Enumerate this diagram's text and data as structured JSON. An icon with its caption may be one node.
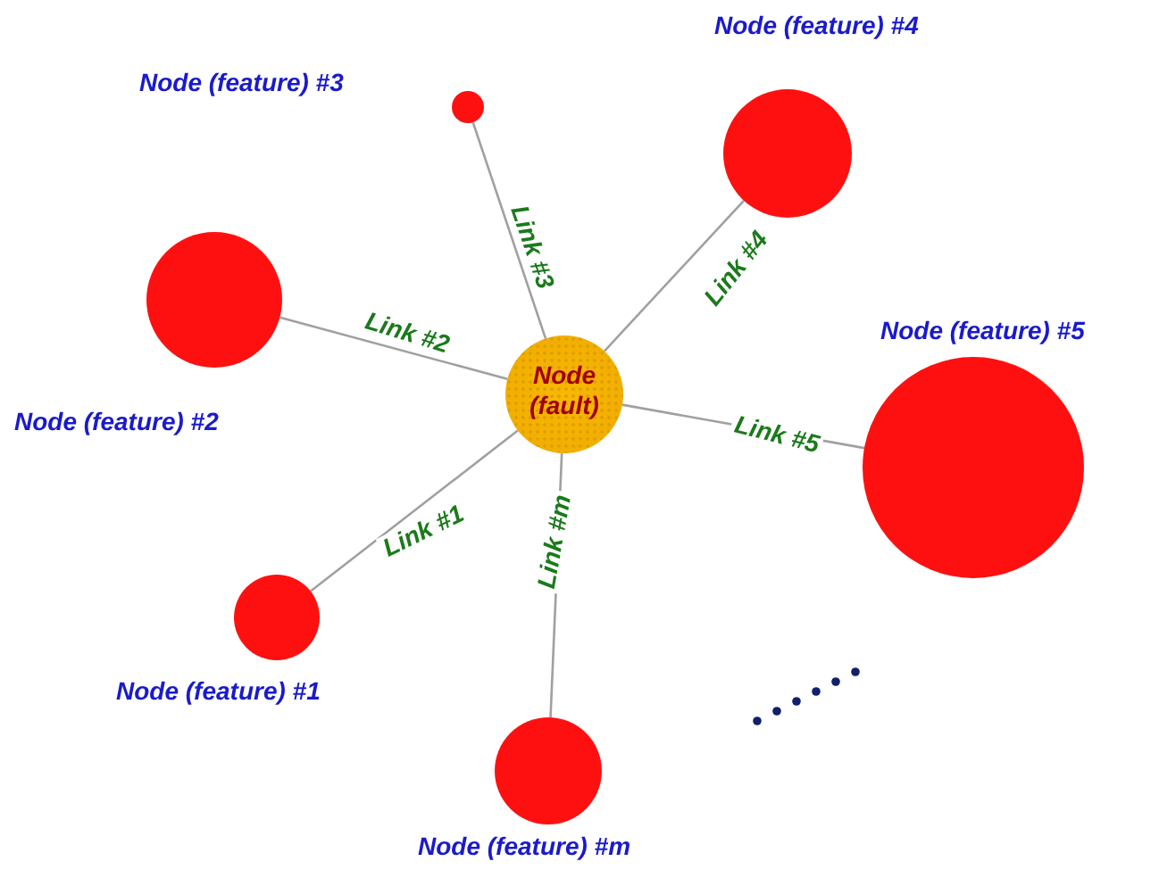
{
  "diagram": {
    "nodes": [
      {
        "text": [
          "Node (fault)"
        ]
      },
      {
        "text": [
          "Node (feature) #3"
        ]
      },
      {
        "text": [
          "Node (feature) #4"
        ]
      },
      {
        "text": [
          "Node (feature) #2"
        ]
      },
      {
        "text": [
          "Node (feature) #5"
        ]
      },
      {
        "text": [
          "Node (feature) #1"
        ]
      },
      {
        "text": [
          "Node (feature) #m"
        ]
      }
    ],
    "edges": [
      {
        "from": 0,
        "to": 1,
        "arrow": "none",
        "label": "Link #3"
      },
      {
        "from": 0,
        "to": 2,
        "arrow": "none",
        "label": "Link #4"
      },
      {
        "from": 0,
        "to": 3,
        "arrow": "none",
        "label": "Link #2"
      },
      {
        "from": 0,
        "to": 4,
        "arrow": "none",
        "label": "Link #5"
      },
      {
        "from": 0,
        "to": 5,
        "arrow": "none",
        "label": "Link #1"
      },
      {
        "from": 0,
        "to": 6,
        "arrow": "none",
        "label": "Link #m"
      }
    ]
  }
}
